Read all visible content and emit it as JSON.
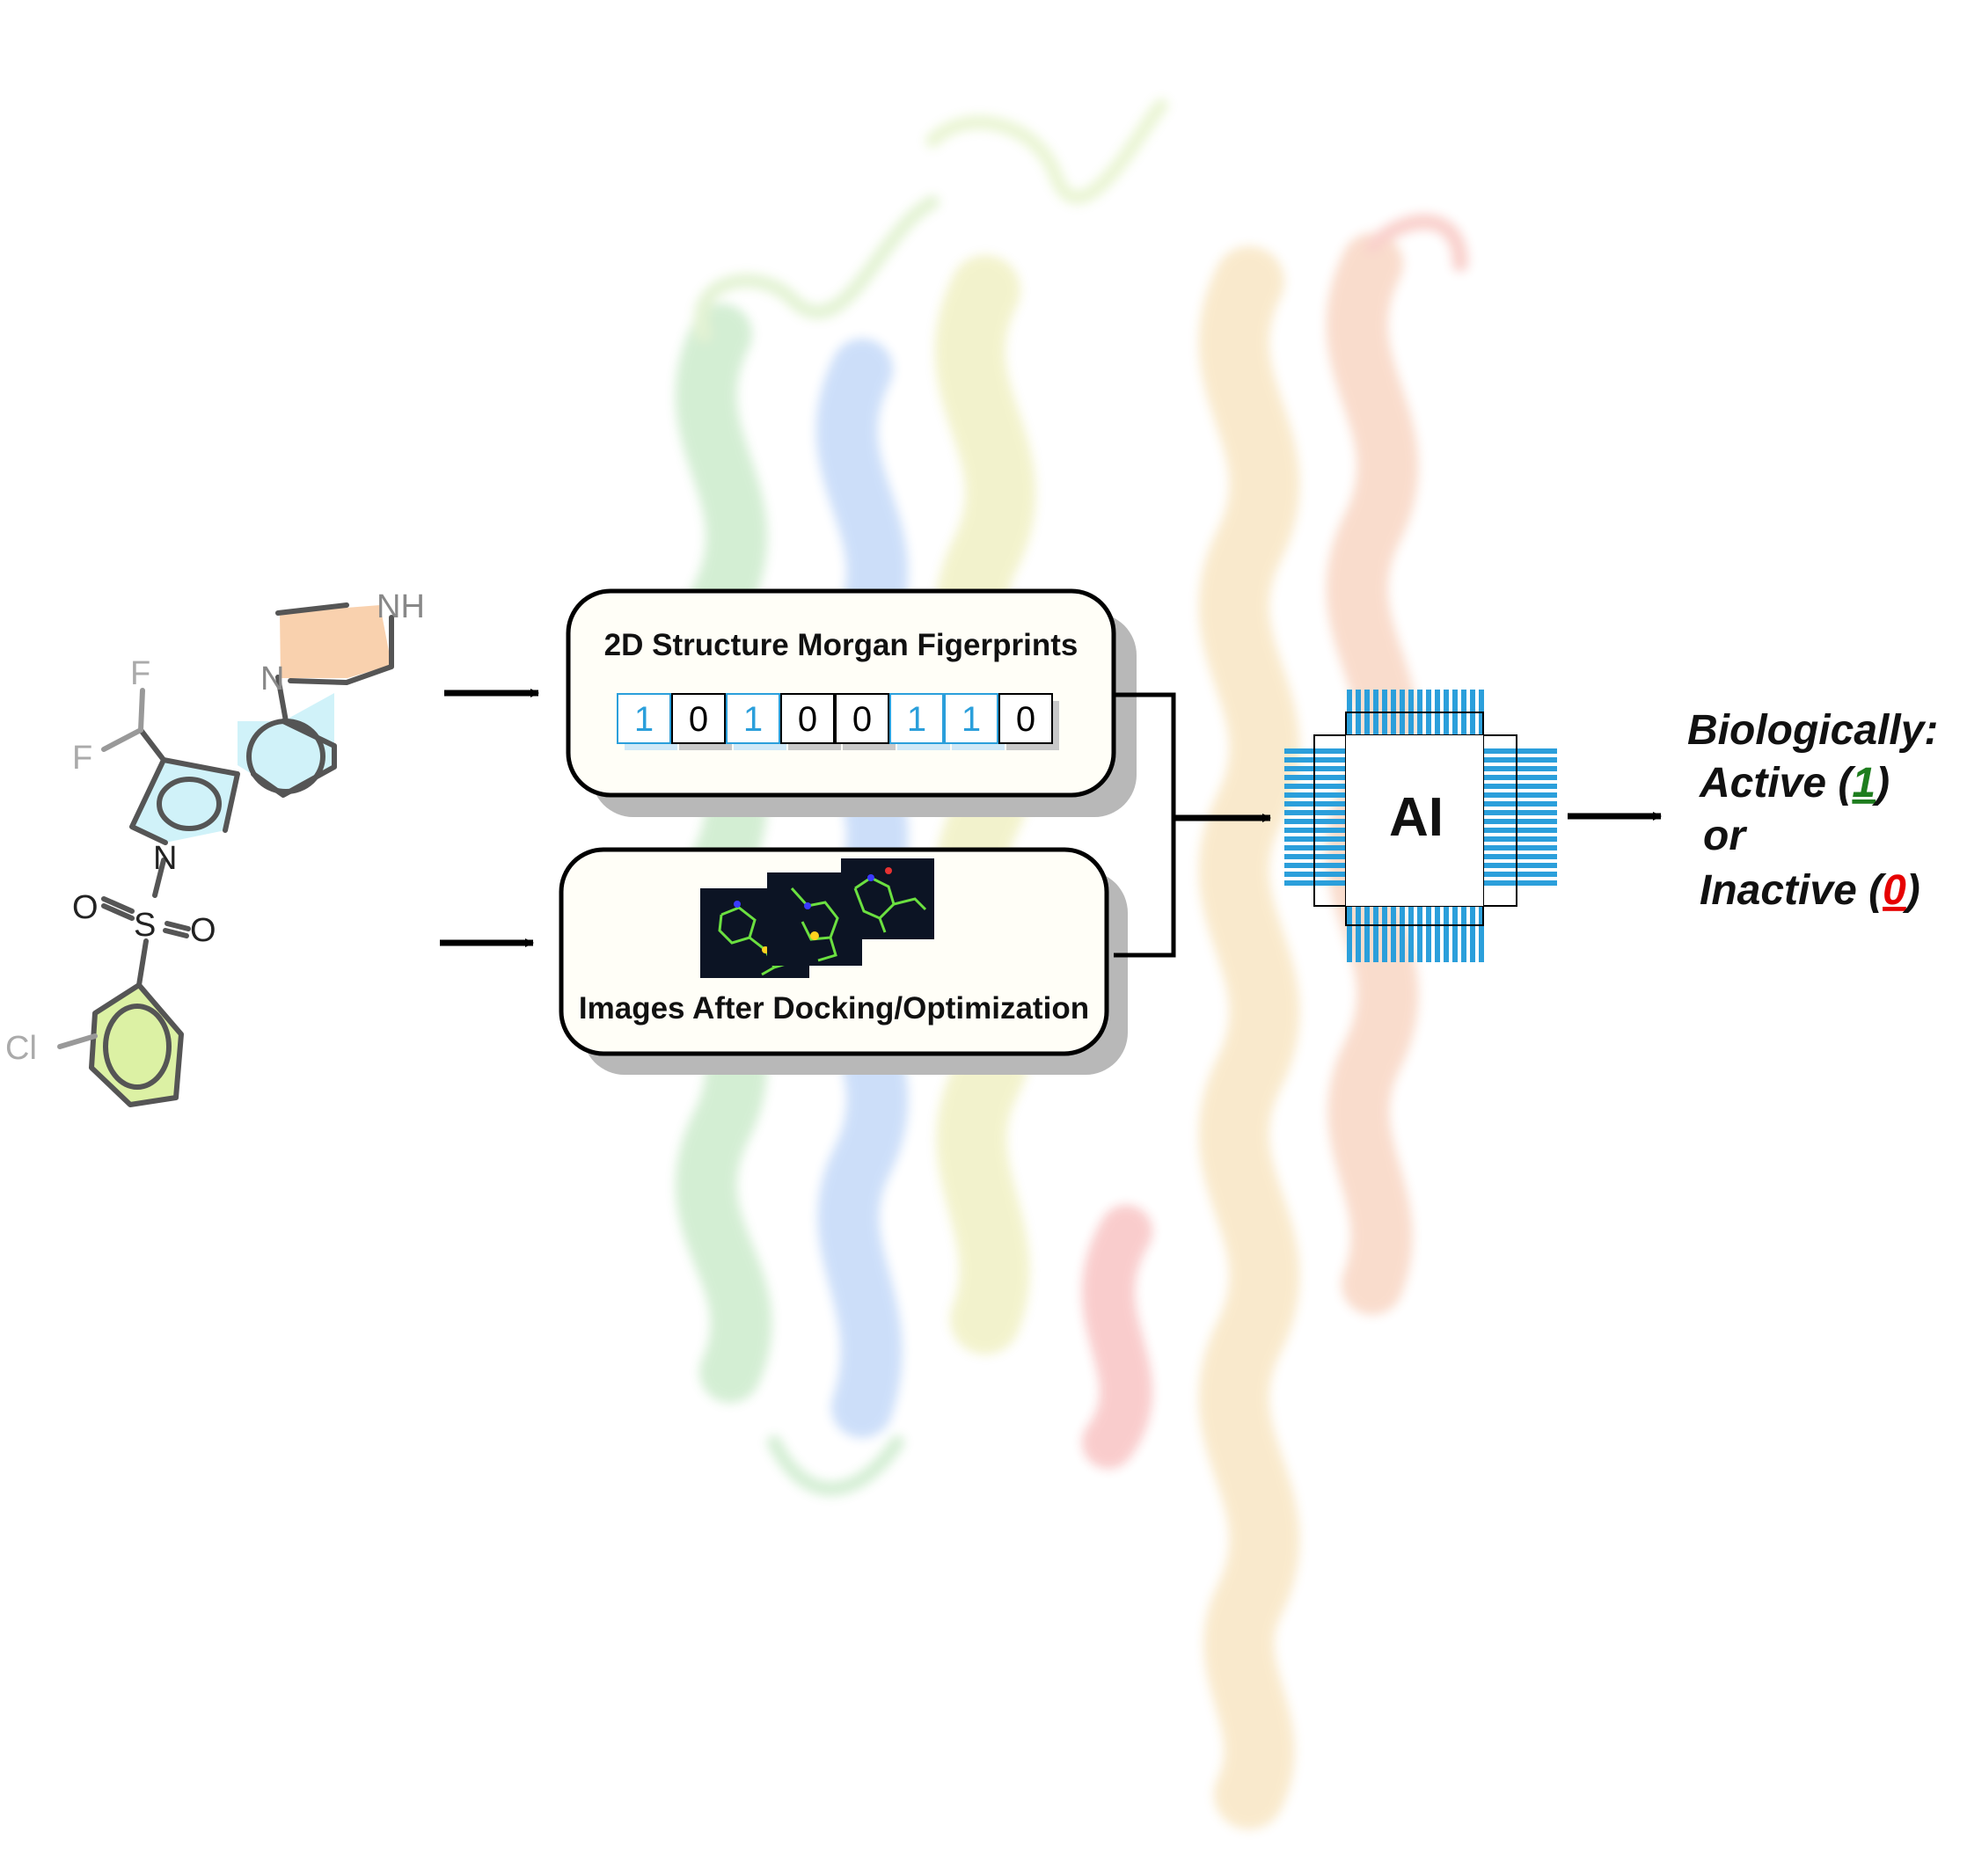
{
  "molecule": {
    "atoms": {
      "nh": "NH",
      "n_piperazine": "N",
      "f_top": "F",
      "f_left": "F",
      "n_indole": "N",
      "s": "S",
      "o_left": "O",
      "o_right": "O",
      "cl": "Cl"
    }
  },
  "fingerprint_box": {
    "title": "2D Structure Morgan Figerprints",
    "bits": [
      "1",
      "0",
      "1",
      "0",
      "0",
      "1",
      "1",
      "0"
    ]
  },
  "docking_box": {
    "title": "Images After Docking/Optimization"
  },
  "chip": {
    "label": "AI"
  },
  "output": {
    "line1": "Biologically:",
    "active_text": "Active (",
    "active_value": "1",
    "active_close": ")",
    "or_text": "or",
    "inactive_text": "Inactive (",
    "inactive_value": "0",
    "inactive_close": ")"
  },
  "colors": {
    "active": "#1e7d1e",
    "inactive": "#e60000",
    "chip_blue": "#2b9fdb",
    "bit_one": "#2b9fdb"
  }
}
